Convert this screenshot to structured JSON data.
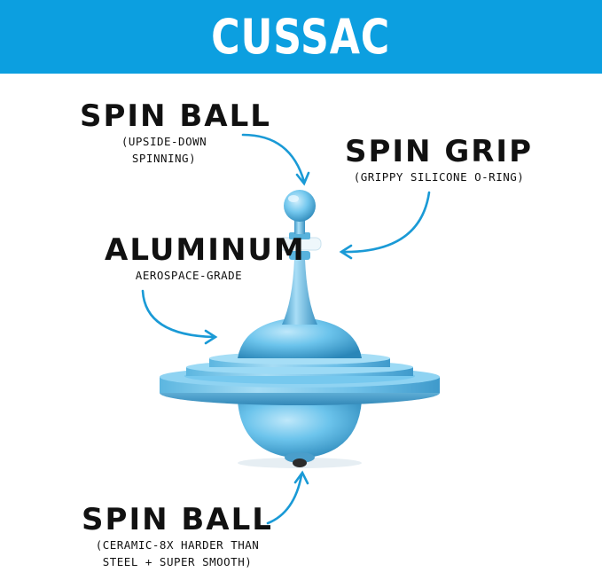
{
  "brand": {
    "title": "CUSSAC",
    "banner_color": "#0c9fe0"
  },
  "accent_color": "#1a9ad6",
  "top_color": "#6dc8f0",
  "callouts": {
    "spin_ball_top": {
      "title": "SPIN BALL",
      "lines": [
        "(UPSIDE-DOWN",
        "SPINNING)"
      ]
    },
    "spin_grip": {
      "title": "SPIN GRIP",
      "lines": [
        "(GRIPPY SILICONE O-RING)"
      ]
    },
    "aluminum": {
      "title": "ALUMINUM",
      "lines": [
        "AEROSPACE-GRADE"
      ]
    },
    "spin_ball_bottom": {
      "title": "SPIN BALL",
      "lines": [
        "(CERAMIC-8X HARDER THAN",
        "STEEL + SUPER SMOOTH)"
      ]
    }
  },
  "product_image": {
    "icon": "spinning-top-illustration"
  },
  "arrows": {
    "icon": "curved-arrow-icon"
  }
}
